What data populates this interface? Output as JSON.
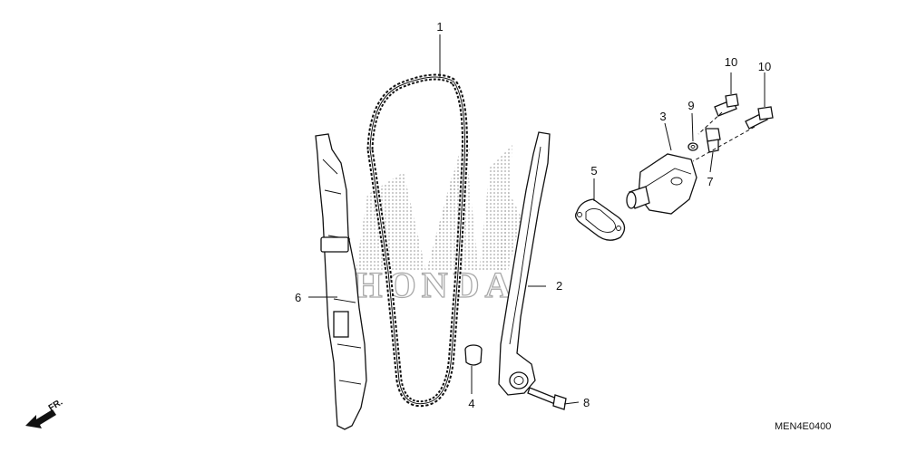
{
  "callouts": [
    {
      "id": "1",
      "label": "1"
    },
    {
      "id": "2",
      "label": "2"
    },
    {
      "id": "3",
      "label": "3"
    },
    {
      "id": "4",
      "label": "4"
    },
    {
      "id": "5",
      "label": "5"
    },
    {
      "id": "6",
      "label": "6"
    },
    {
      "id": "7",
      "label": "7"
    },
    {
      "id": "8",
      "label": "8"
    },
    {
      "id": "9",
      "label": "9"
    },
    {
      "id": "10a",
      "label": "10"
    },
    {
      "id": "10b",
      "label": "10"
    }
  ],
  "watermark": {
    "text": "HONDA"
  },
  "front_arrow": {
    "label": "FR.",
    "icon": "front-direction-arrow-icon"
  },
  "diagram_code": "MEN4E0400",
  "colors": {
    "ink": "#111111",
    "watermark": "#b8b8b8",
    "paper": "#ffffff"
  }
}
